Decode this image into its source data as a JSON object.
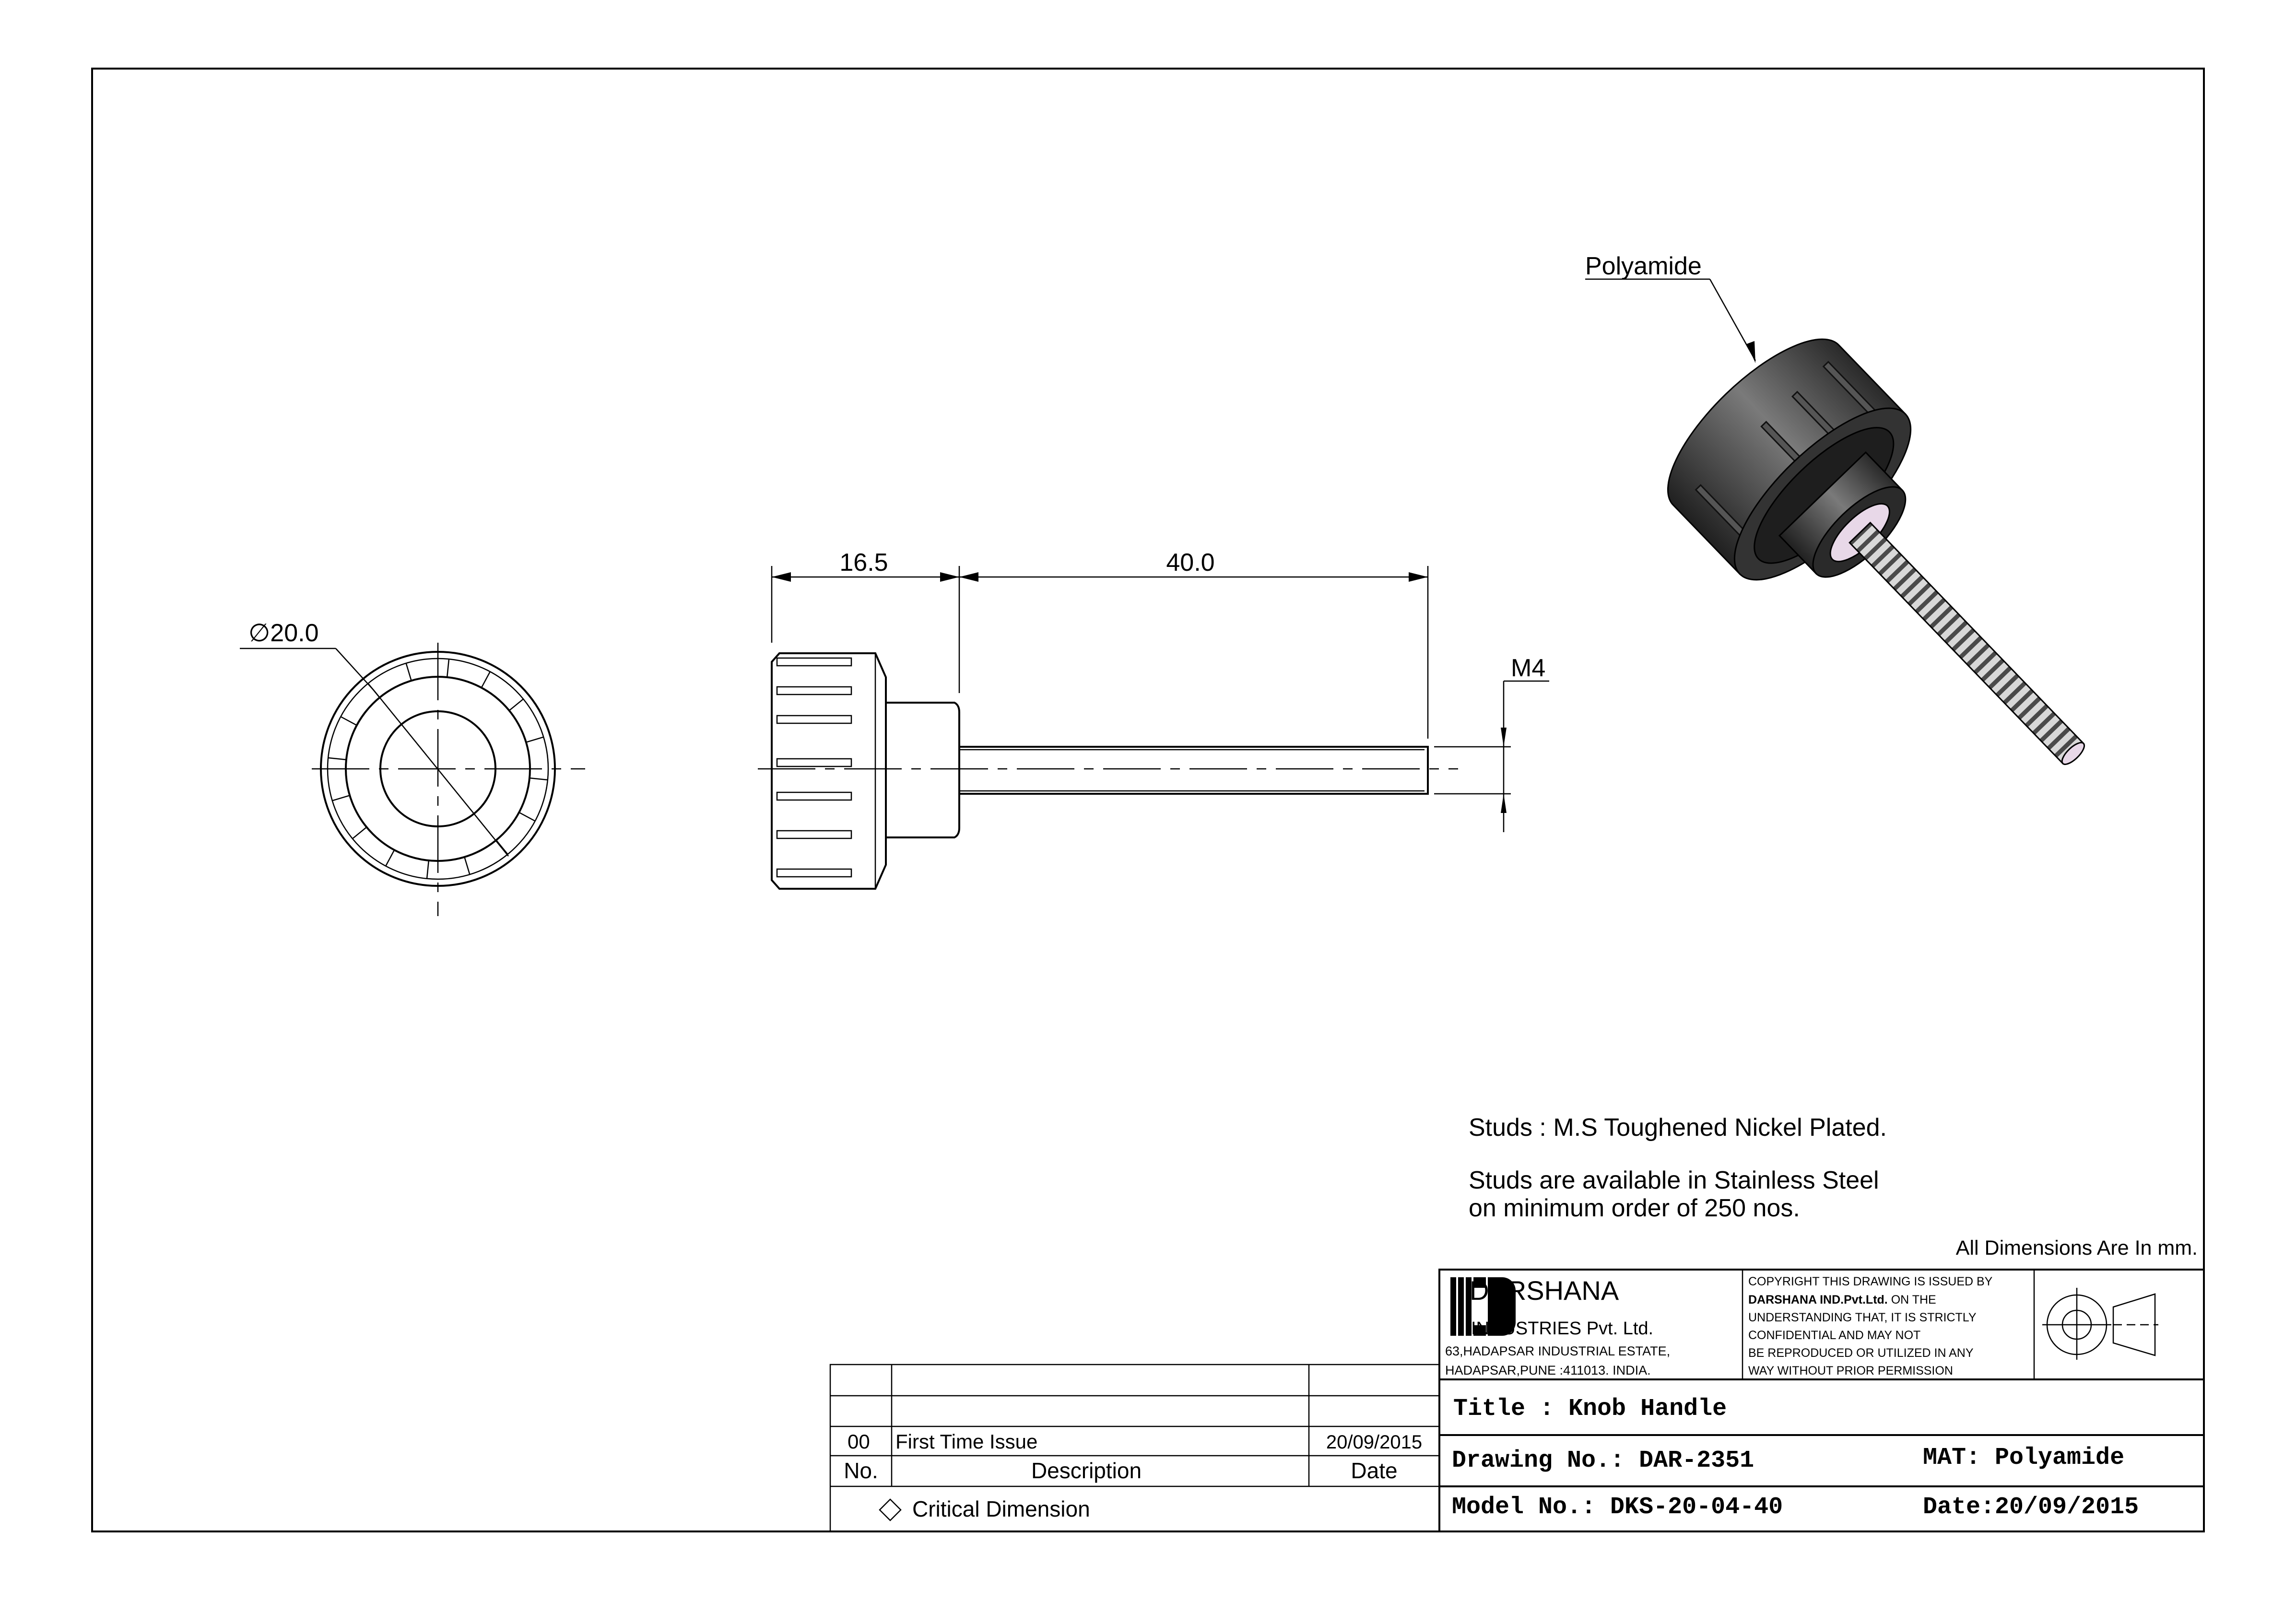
{
  "drawing": {
    "front_view": {
      "diameter_label": "∅20.0"
    },
    "side_view": {
      "dim_knob": "16.5",
      "dim_shaft": "40.0",
      "thread_label": "M4"
    },
    "iso_view": {
      "material_callout": "Polyamide",
      "colors": {
        "knob": "#3a3a3a",
        "washer": "#e8d8e8",
        "thread": "#9a9a9a"
      }
    },
    "notes": [
      "Studs : M.S Toughened Nickel Plated.",
      "Studs are available in Stainless Steel",
      "on minimum order of 250 nos."
    ],
    "units_note": "All Dimensions Are In mm."
  },
  "title_block": {
    "company": "DARSHANA",
    "company_sub": "INDUSTRIES Pvt. Ltd.",
    "address_1": "63,HADAPSAR INDUSTRIAL ESTATE,",
    "address_2": "HADAPSAR,PUNE :411013. INDIA.",
    "copyright": [
      "COPYRIGHT THIS DRAWING IS ISSUED BY",
      "DARSHANA IND.Pvt.Ltd.",
      " ON THE",
      "UNDERSTANDING THAT, IT IS STRICTLY",
      "CONFIDENTIAL AND MAY NOT",
      "BE REPRODUCED OR UTILIZED IN ANY",
      "WAY WITHOUT PRIOR PERMISSION"
    ],
    "title": "Title : Knob Handle",
    "drawing_no": "Drawing No.: DAR-2351",
    "material": "MAT: Polyamide",
    "model_no": "Model No.: DKS-20-04-40",
    "date": "Date:20/09/2015"
  },
  "revision_table": {
    "headers": {
      "no": "No.",
      "description": "Description",
      "date": "Date"
    },
    "rows": [
      {
        "no": "00",
        "description": "First Time Issue",
        "date": "20/09/2015"
      }
    ],
    "critical_dimension": "Critical Dimension"
  }
}
